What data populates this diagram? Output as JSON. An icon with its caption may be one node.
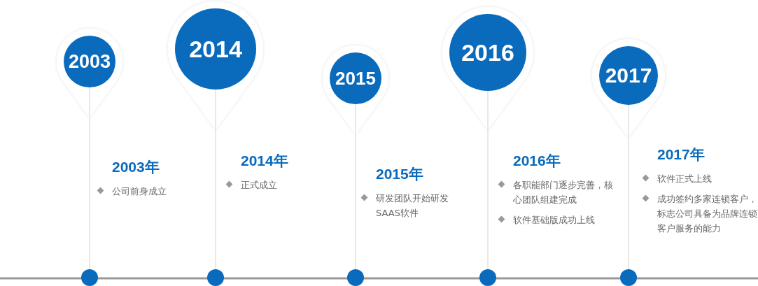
{
  "diagram": {
    "nodes": [
      {
        "text": [
          "2003"
        ]
      },
      {
        "text": [
          "2014"
        ]
      },
      {
        "text": [
          "2015"
        ]
      },
      {
        "text": [
          "2016"
        ]
      },
      {
        "text": [
          "2017"
        ]
      },
      {
        "text": [],
        "shape": "circle"
      },
      {
        "text": [],
        "shape": "circle"
      },
      {
        "text": [],
        "shape": "circle"
      },
      {
        "text": [],
        "shape": "circle"
      },
      {
        "text": [],
        "shape": "circle"
      }
    ],
    "edges": [
      {
        "from": 0,
        "to": 5,
        "arrow": "none"
      },
      {
        "from": 1,
        "to": 6,
        "arrow": "none"
      },
      {
        "from": 2,
        "to": 7,
        "arrow": "none"
      },
      {
        "from": 3,
        "to": 8,
        "arrow": "none"
      },
      {
        "from": 4,
        "to": 9,
        "arrow": "none"
      }
    ],
    "labels": [
      "2003年",
      "公司前身成立",
      "2014年",
      "正式成立",
      "2015年",
      "研发团队开始研发SAAS软件",
      "2016年",
      "各职能部门逐步完善，核心团队组建完成",
      "软件基础版成功上线",
      "2017年",
      "软件正式上线",
      "成功签约多家连锁客户，标志公司具备为品牌连锁客户服务的能力"
    ]
  }
}
